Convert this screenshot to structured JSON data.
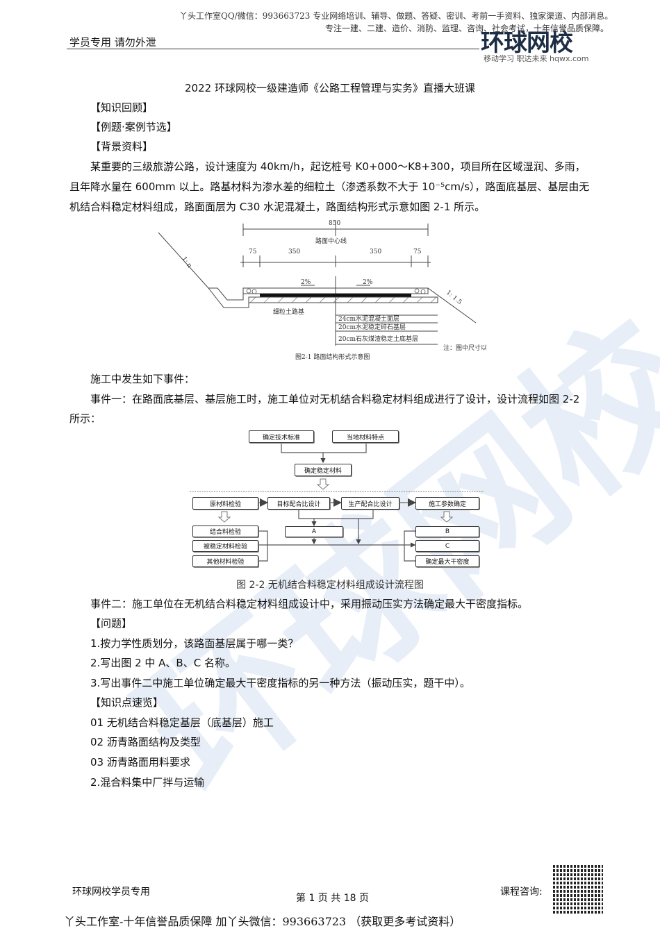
{
  "header": {
    "promo_line1": "丫头工作室QQ/微信：993663723 专业网络培训、辅导、做题、答疑、密训、考前一手资料、独家渠道、内部消息。",
    "promo_line2": "专注一建、二建、造价、消防、监理、咨询、社会考试，十年信誉品质保障。",
    "left_label": "学员专用  请勿外泄",
    "logo_text": "环球网校",
    "logo_slogan": "移动学习 职达未来  hqwx.com",
    "logo_color": "#1d2d44",
    "logo_accent": "#d0263a"
  },
  "document": {
    "title": "2022 环球网校一级建造师《公路工程管理与实务》直播大班课",
    "sections": [
      "【知识回顾】",
      "【例题·案例节选】",
      "【背景资料】"
    ],
    "background_lines": [
      "某重要的三级旅游公路，设计速度为 40km/h，起讫桩号 K0+000～K8+300，项目所在区域湿润、多雨，",
      "且年降水量在 600mm 以上。路基材料为渗水差的细粒土（渗透系数不大于 10⁻⁵cm/s），路面底基层、基层由无",
      "机结合料稳定材料组成，路面面层为 C30 水泥混凝土，路面结构形式示意如图 2-1 所示。"
    ],
    "events_intro": "施工中发生如下事件：",
    "event1_lines": [
      "事件一：在路面底基层、基层施工时，施工单位对无机结合料稳定材料组成进行了设计，设计流程如图 2-2",
      "所示："
    ],
    "figure2_caption": "图 2-2  无机结合料稳定材料组成设计流程图",
    "event2": "事件二：施工单位在无机结合料稳定材料组成设计中，采用振动压实方法确定最大干密度指标。",
    "questions_heading": "【问题】",
    "questions": [
      "1.按力学性质划分，该路面基层属于哪一类？",
      "2.写出图 2 中 A、B、C 名称。",
      "3.写出事件二中施工单位确定最大干密度指标的另一种方法（振动压实，题干中）。"
    ],
    "summary_heading": "【知识点速览】",
    "summary_items": [
      "01 无机结合料稳定基层（底基层）施工",
      "02 沥青路面结构及类型",
      "03 沥青路面用料要求",
      "2.混合料集中厂拌与运输"
    ]
  },
  "figure1": {
    "total_width": "850",
    "left_shoulder": "75",
    "left_lane": "350",
    "right_lane": "350",
    "right_shoulder": "75",
    "centerline": "路面中心线",
    "slope_left_label": "2%",
    "slope_right_label": "2%",
    "side_slope_left": "1: n",
    "side_slope_right": "1: 1.5",
    "subgrade": "细粒土路基",
    "layers": [
      "24cm水泥混凝土面层",
      "20cm水泥稳定碎石基层",
      "20cm石灰煤渣稳定土底基层"
    ],
    "note": "注：图中尺寸以cm计",
    "caption": "图2-1    路面结构形式示意图"
  },
  "figure2": {
    "top": [
      "确定技术标准",
      "当地材料特点"
    ],
    "stable": "确定稳定材料",
    "row": [
      "原材料检验",
      "目标配合比设计",
      "生产配合比设计",
      "施工参数确定"
    ],
    "left_col": [
      "结合料检验",
      "被稳定材料检验",
      "其他材料检验"
    ],
    "mid": "A",
    "right_col": [
      "B",
      "C",
      "确定最大干密度"
    ]
  },
  "footer": {
    "left": "环球网校学员专用",
    "page": "第 1 页 共 18 页",
    "consult": "课程咨询:",
    "promo": "丫头工作室-十年信誉品质保障 加丫头微信：993663723 （获取更多考试资料）"
  }
}
